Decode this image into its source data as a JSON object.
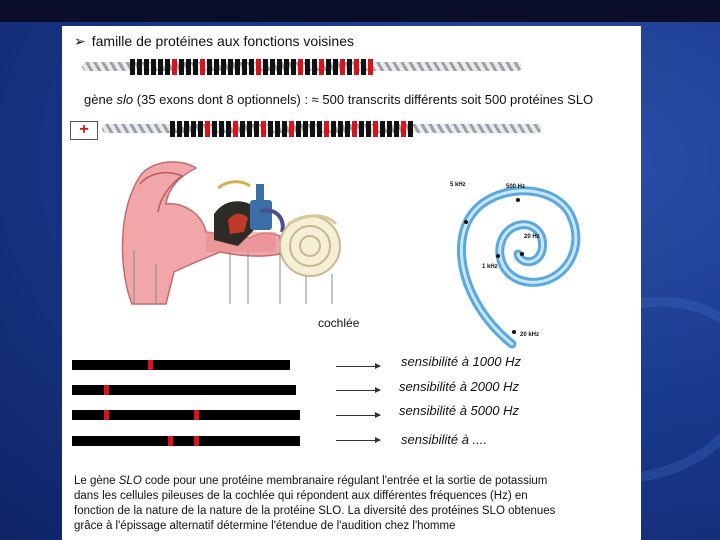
{
  "slide": {
    "title": "famille de protéines aux fonctions voisines",
    "title_marker": "➢",
    "gene_line": {
      "prefix": "gène ",
      "gene": "slo",
      "suffix": " (35 exons dont 8 optionnels) : ≈ 500 transcrits différents soit 500 protéines SLO"
    },
    "plus_sign": "+",
    "cochlea_label": "cochlée",
    "frequencies": [
      "5 kHz",
      "500 Hz",
      "20 Hz",
      "1 kHz",
      "20 kHz"
    ],
    "sensitivity": [
      "sensibilité à 1000 Hz",
      "sensibilité à 2000 Hz",
      "sensibilité à 5000 Hz",
      "sensibilité à ...."
    ],
    "paragraph": {
      "line1_a": "Le gène ",
      "line1_gene": "SLO",
      "line1_b": " code pour une protéine membranaire régulant l'entrée et la sortie de potassium",
      "line2": "dans les cellules pileuses de la cochlée qui répondent aux différentes fréquences (Hz) en",
      "line3": "fonction de la nature de la nature de la protéine SLO. La diversité des protéines SLO obtenues",
      "line4": "grâce à l'épissage alternatif détermine l'étendue de l'audition chez l'homme"
    },
    "colors": {
      "exon": "#111111",
      "optional_exon": "#d9131b",
      "background": "#1a3a8f"
    }
  }
}
